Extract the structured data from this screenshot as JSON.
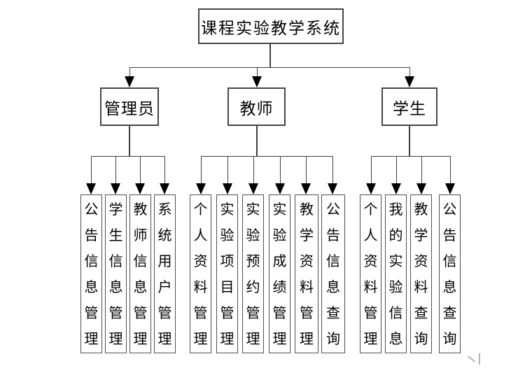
{
  "diagram": {
    "root": "课程实验教学系统",
    "branches": [
      {
        "label": "管理员",
        "children": [
          "公告信息管理",
          "学生信息管理",
          "教师信息管理",
          "系统用户管理"
        ]
      },
      {
        "label": "教师",
        "children": [
          "个人资料管理",
          "实验项目管理",
          "实验预约管理",
          "实验成绩管理",
          "教学资料管理",
          "公告信息查询"
        ]
      },
      {
        "label": "学生",
        "children": [
          "个人资料管理",
          "我的实验信息",
          "教学资料查询",
          "公告信息查询"
        ]
      }
    ],
    "colors": {
      "background": "#ffffff",
      "line": "#3f3f3f",
      "box_border": "#454545",
      "text": "#000000",
      "arrowhead": "#000000",
      "watermark": "#b3b3b3"
    }
  }
}
